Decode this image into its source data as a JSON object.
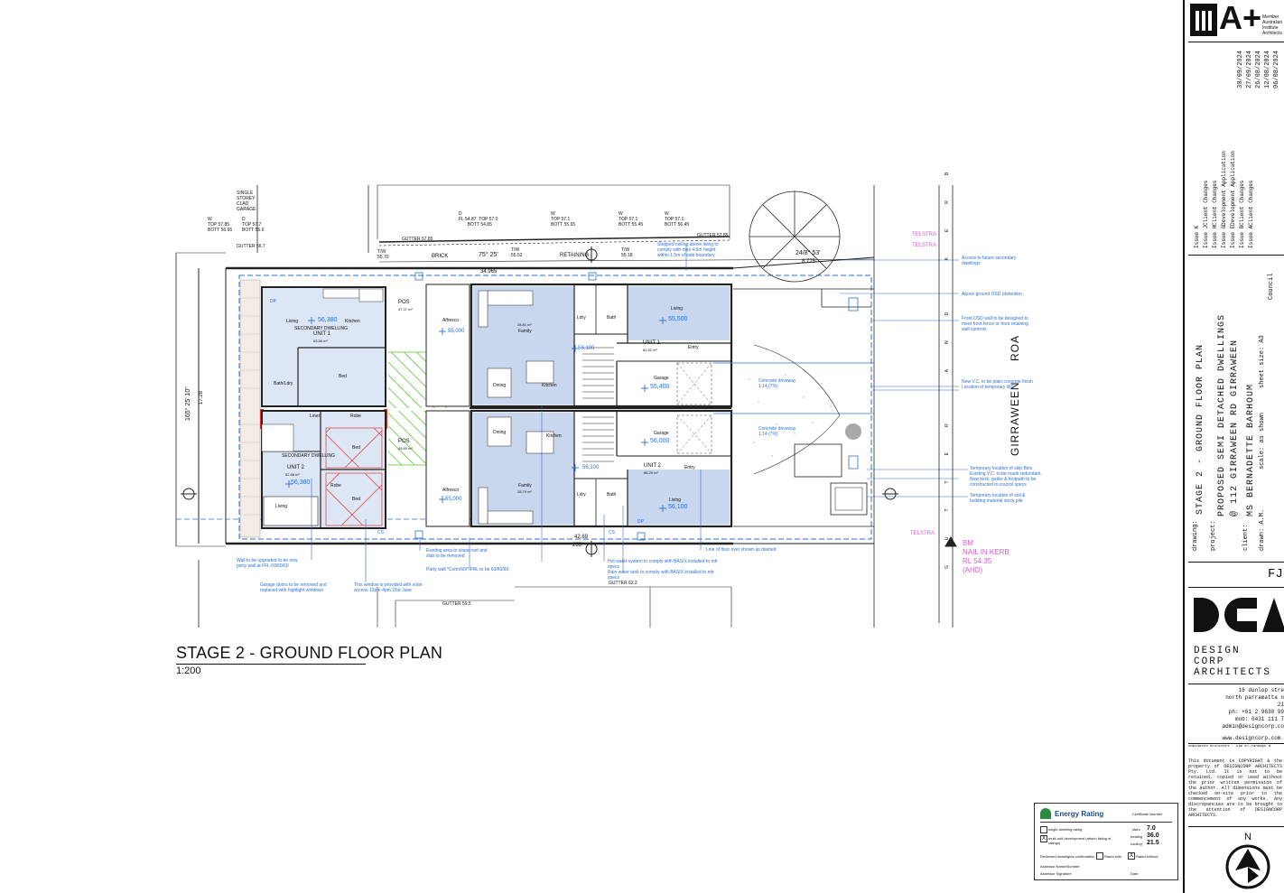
{
  "drawing": {
    "title": "STAGE 2 - GROUND FLOOR PLAN",
    "scale": "1:200"
  },
  "rooms": {
    "pos1": "POS",
    "pos1_area": "47.37 m²",
    "pos2": "POS",
    "pos2_area": "45.60 m²",
    "living_sd1": "Living",
    "kitchen_sd1": "Kitchen",
    "sd1_name": "SECONDARY DWELLING",
    "sd1_unit": "UNIT 1",
    "sd1_area": "53.56 m²",
    "sd1_level": "56,380",
    "bed_sd1": "Bed",
    "bath_sd1": "Bath/Ldry",
    "linen": "Linen",
    "robe": "Robe",
    "sd2_name": "SECONDARY DWELLING",
    "sd2_unit": "UNIT 2",
    "sd2_area": "52.88 m²",
    "sd2_level": "56,380",
    "living_sd2": "Living",
    "bed_a": "Bed",
    "bed_b": "Bed",
    "robe2": "Robe",
    "alfresco1": "Alfresco",
    "alfresco1_level": "55,000",
    "alfresco2": "Alfresco",
    "alfresco2_level": "55,000",
    "family1": "Family",
    "family1_area": "28.81 m²",
    "dining1": "Dining",
    "kitchen1": "Kitchen",
    "level1": "56,100",
    "ldry1": "Ldry",
    "bath1": "Bath",
    "living1": "Living",
    "living1_level": "55,500",
    "unit1": "UNIT 1",
    "unit1_area": "82.81 m²",
    "entry1": "Entry",
    "garage1": "Garage",
    "garage1_level": "55,400",
    "garage2": "Garage",
    "garage2_level": "56,000",
    "dining2": "Dining",
    "kitchen2": "Kitchen",
    "level2": "56,100",
    "family2": "Family",
    "family2_area": "28.79 m²",
    "ldry2": "Ldry",
    "bath2": "Bath",
    "unit2": "UNIT 2",
    "unit2_area": "88.29 m²",
    "entry2": "Entry",
    "living2": "Living",
    "living2_level": "56,100",
    "dp": "DP",
    "cs": "CS"
  },
  "site": {
    "garage_label": "SINGLE\nSTOREY\nCLAD\nGARAGE",
    "gutter_57_85": "GUTTER 57.85",
    "gutter_56_7": "GUTTER 56.7",
    "gutter_62_2": "GUTTER 62.2",
    "gutter_59_5": "GUTTER 59.5",
    "brick": "BRICK",
    "retaining": "RETAINING",
    "bearing_top": "75° 25'",
    "dim_top": "34.965",
    "bearing_left": "165° 25' 10\"",
    "dim_left": "17.28",
    "bearing_bottom": "255°",
    "dim_bottom": "42.69",
    "bearing_tree": "24/8° 53'",
    "tree_dim": "8.775",
    "tw_55_70": "T/W\n55.70",
    "tw_55_52": "T/W\n55.52",
    "tw_55_18": "T/W\n55.18",
    "fl_d": "D\nFL 54.87  TOP 57.0\n       BOTT 54.85",
    "w_57_1a": "W\nTOP 57.1\nBOTT 55.65",
    "w_57_1b": "W\nTOP 57.1\nBOTT 55.45",
    "w_57_1c": "W\nTOP 57.1\nBOTT 56.45",
    "w_57_85": "W\nTOP 57.85\nBOTT 56.95",
    "d_57_7": "D\nTOP 57.7\nBOTT 55.6",
    "telstra1": "TELSTRA",
    "telstra2": "TELSTRA",
    "telstra3": "TELSTRA",
    "road": "GIRRAWEEN",
    "road2": "ROA",
    "kerb_label": "GUTTER AND KERB",
    "bm": "BM\nNAIL IN KERB\nRL 54.35\n(AHD)"
  },
  "notes": {
    "n1": "Stepped ceiling above living to comply with max 4.5m height within 1.5m of side boundary",
    "n2": "Access to future secondary dwellings",
    "n3": "Above ground OSD (detention",
    "n4": "Front OSD wall to be designed to meet front fence or front retaining wall controls",
    "n5": "New V.C. to be plain concrete finish\nLocation of temporary WC",
    "n6": "Temporary location of skip Bins\nExisting V.C. to be made redundant.\nNew kerb, gutter & footpath to be constructed to council specs",
    "n7": "Temporary location of soil & building material stock pile",
    "n8": "Wall to be upgraded to be new party wall at FFL 60/60/60",
    "n9": "Garage doors to be removed and replaced with highlight windows",
    "n10": "This window is provided with solar access 12pm-4pm 21st June",
    "n11": "Existing area to slope roof and slab to be removed",
    "n12": "Party wall *Conn/60/* FRL to be 60/60/60",
    "n13": "Hot water system to comply with BASIX installed to mfr specs",
    "n14": "Rain water tank to comply with BASIX installed to mfr specs",
    "n15": "Line of floor over shown as dashed",
    "n16": "Concrete driveway 1:14 (7%)",
    "n17": "Concrete driveway 1:14 (7%)"
  },
  "titleblock": {
    "member": "Member\nAustralian\nInstitute\nArchitects",
    "issues": [
      {
        "name": "Issue K",
        "desc": "",
        "date": "30/09/2024"
      },
      {
        "name": "Issue J",
        "desc": "Client Changes",
        "date": "27/09/2024"
      },
      {
        "name": "Issue H",
        "desc": "Client Changes",
        "date": "26/08/2024"
      },
      {
        "name": "Issue G",
        "desc": "Development Application",
        "date": "12/08/2024"
      },
      {
        "name": "Issue E",
        "desc": "Development Application",
        "date": "06/08/2024"
      },
      {
        "name": "Issue B",
        "desc": "Client Changes",
        "date": ""
      },
      {
        "name": "Issue A",
        "desc": "Client Changes",
        "date": ""
      }
    ],
    "drawing_label": "drawing:",
    "drawing": "STAGE 2 - GROUND FLOOR PLAN",
    "project_label": "project:",
    "project1": "PROPOSED SEMI DETACHED DWELLINGS",
    "project2": "@ 112 GIRRAWEEN RD GIRRAWEEN",
    "client_label": "client:",
    "client": "MS BERNADETTE BARHOUM",
    "drawn": "drawn: A.M.",
    "scale": "scale: as shown",
    "sheet": "sheet size: A3",
    "council": "Council",
    "sheet_no": "FJ",
    "firm1": "DESIGN",
    "firm2": "CORP",
    "firm3": "ARCHITECTS",
    "addr1": "16 dunlop stre",
    "addr2": "north parramatta n",
    "addr3": "21",
    "ph": "ph: +61 2 9630 99",
    "mob": "mob: 0431 111 7",
    "email": "admin@designcorp.co",
    "web": "www.designcorp.com.",
    "nominated": "nominated architect - kim el-rahbaph N",
    "copyright": "This document is COPYRIGHT & the property of DESIGNCORP ARCHITECTS Pty. Ltd. It is not to be retained, copied or used without the prior written permission of the author. All dimensions must be checked on-site prior to the commencement of any works. Any discrepancies are to be brought to the attention of DESIGNCORP ARCHITECTS.",
    "north": "N"
  },
  "energy": {
    "title": "Energy Rating",
    "cert": "Certificate Number",
    "single": "single-dwelling rating",
    "multi": "multi-unit development (attach listing of ratings)",
    "val1": "7.0",
    "val2": "36.0",
    "val3": "21.5",
    "lbl1": "stars",
    "lbl2": "heating",
    "lbl3": "cooling",
    "confirm": "Reviewed downlights confirmation",
    "rated_with": "Rated with",
    "rated_without": "Rated without",
    "assessor": "Assessor Name/Number",
    "signature": "Assessor Signature",
    "date": "Date"
  },
  "colors": {
    "line": "#222222",
    "blue": "#2a6fd6",
    "room": "#c8d6ee",
    "room_light": "#dde6f5",
    "hatch_green": "#7fcf5f",
    "hatch_red": "#e05050",
    "magenta": "#d05cd0"
  }
}
